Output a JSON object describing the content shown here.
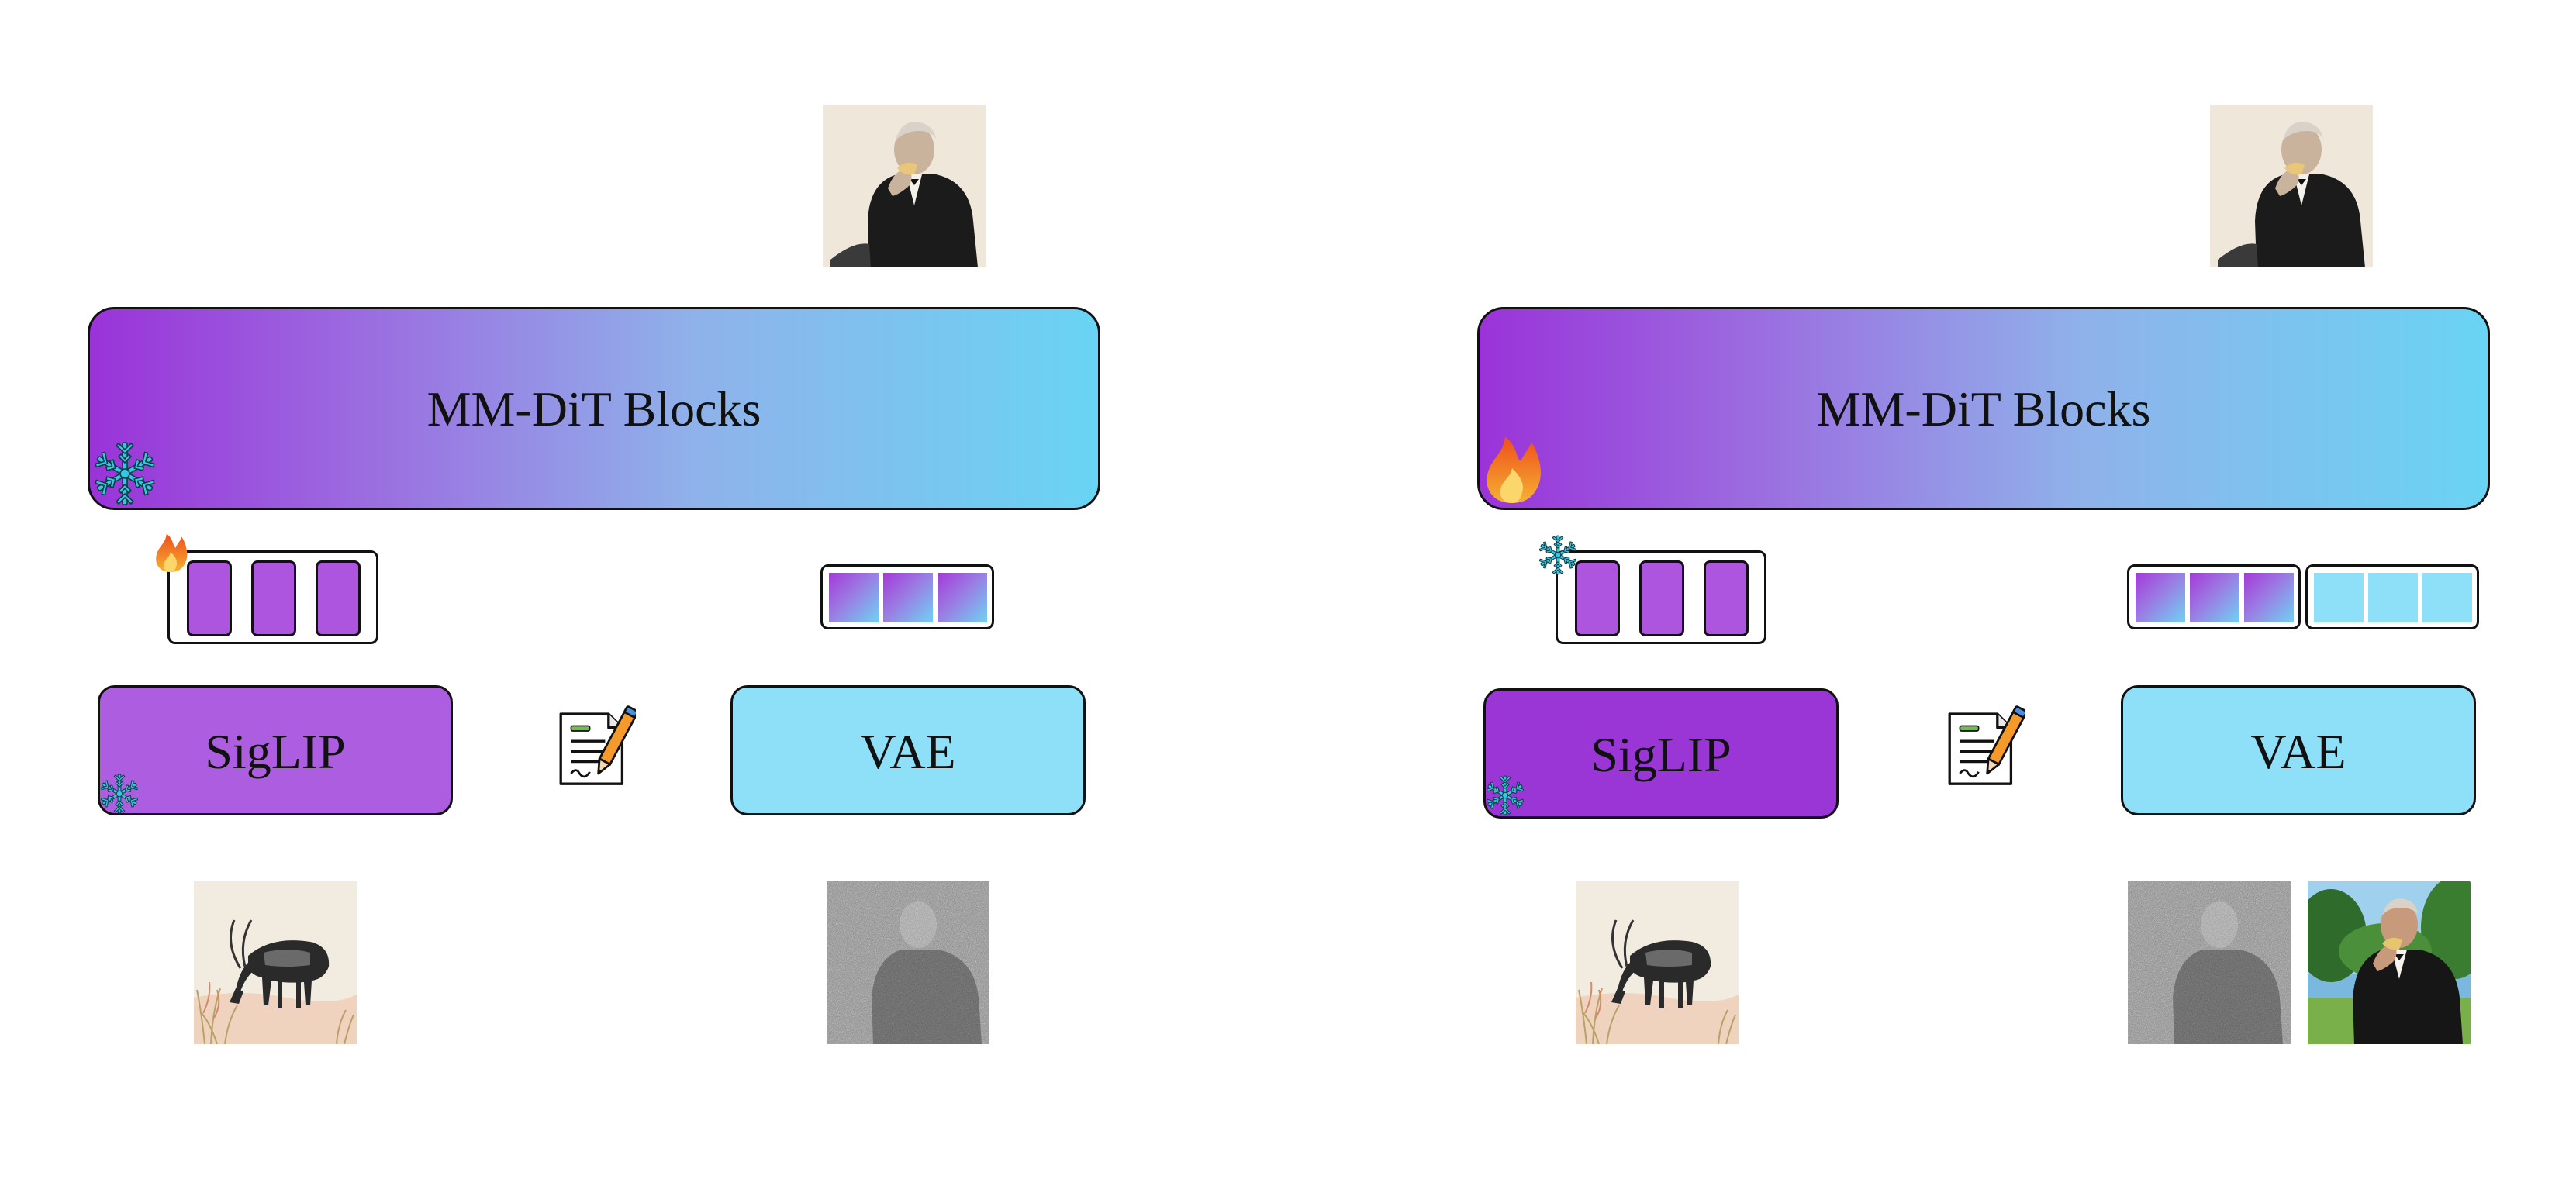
{
  "colors": {
    "dit_gradient_start": "#9a33d9",
    "dit_gradient_end": "#69d4f4",
    "siglip_trainable": "#ad5ee0",
    "siglip_frozen": "#9a35d6",
    "vae": "#8de0f7",
    "frozen_icon": "#37c6e0",
    "trainable_icon": "#f06a1e"
  },
  "panels": [
    {
      "dit": {
        "label": "MM-DiT Blocks",
        "status_icon": "snowflake-icon"
      },
      "text_tokens": {
        "status_icon": "fire-icon",
        "count": 3
      },
      "vae_tokens": {
        "groups": [
          "gradient"
        ]
      },
      "siglip": {
        "label": "SigLIP",
        "status_icon": "snowflake-icon"
      },
      "prompt_icon": "document-pen-icon",
      "vae": {
        "label": "VAE"
      },
      "inputs": [
        "antelope-painting-image",
        "noisy-latent-image"
      ],
      "output": "man-eating-portrait-image"
    },
    {
      "dit": {
        "label": "MM-DiT Blocks",
        "status_icon": "fire-icon"
      },
      "text_tokens": {
        "status_icon": "snowflake-icon",
        "count": 3
      },
      "vae_tokens": {
        "groups": [
          "gradient",
          "cyan"
        ]
      },
      "siglip": {
        "label": "SigLIP",
        "status_icon": "snowflake-icon"
      },
      "prompt_icon": "document-pen-icon",
      "vae": {
        "label": "VAE"
      },
      "inputs": [
        "antelope-painting-image",
        "noisy-latent-image",
        "man-in-park-photo-image"
      ],
      "output": "man-eating-portrait-image"
    }
  ]
}
